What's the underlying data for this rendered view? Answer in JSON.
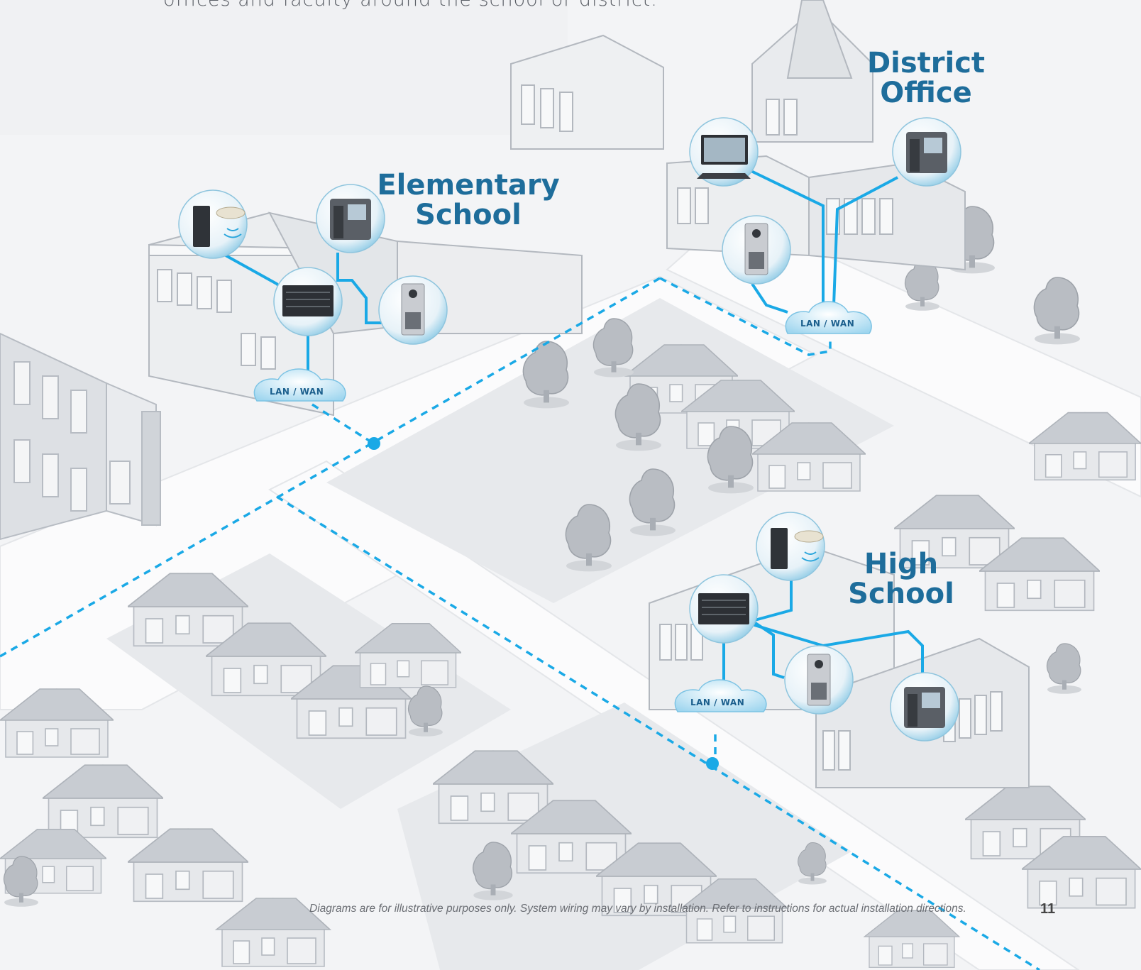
{
  "intro_text": "offices and faculty around the school or district.",
  "sites": {
    "district": {
      "line1": "District",
      "line2": "Office"
    },
    "elementary": {
      "line1": "Elementary",
      "line2": "School"
    },
    "high": {
      "line1": "High",
      "line2": "School"
    }
  },
  "network_label": "LAN / WAN",
  "footer_note": "Diagrams are for illustrative purposes only. System wiring may vary by installation. Refer to instructions for actual installation directions.",
  "page_number": "11",
  "colors": {
    "network_line": "#1aa9e6",
    "label_text": "#1e6d9b",
    "cloud": "#bfe6f7",
    "buildings": "#d7dade",
    "background": "#f3f4f6"
  },
  "devices": {
    "district": [
      "video-monitor-station-icon",
      "video-door-station-icon",
      "video-master-station-icon"
    ],
    "elementary": [
      "intercom-speaker-icon",
      "control-unit-icon",
      "video-master-station-icon",
      "video-door-station-icon"
    ],
    "high": [
      "intercom-speaker-icon",
      "control-unit-icon",
      "video-door-station-icon",
      "video-master-station-icon"
    ]
  }
}
